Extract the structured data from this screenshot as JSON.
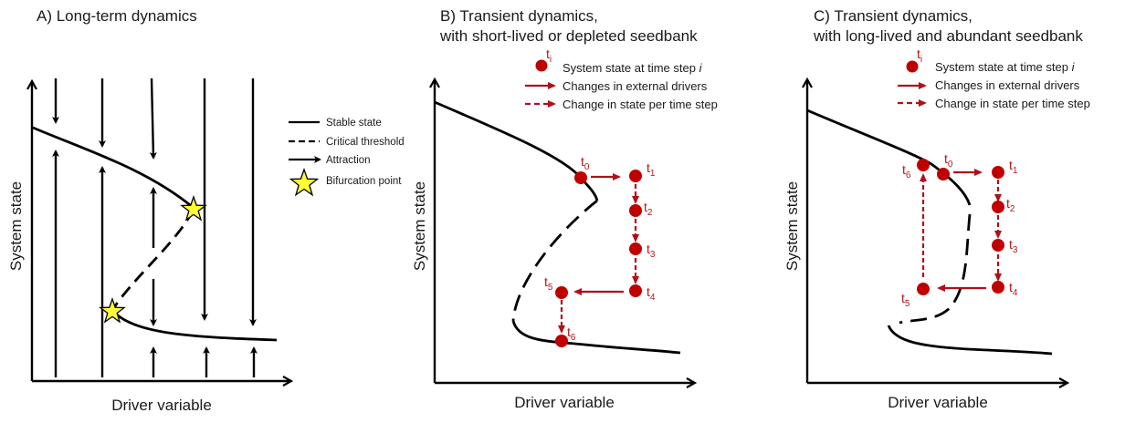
{
  "colors": {
    "ink": "#000000",
    "state_point": "#c00000",
    "driver_arrow": "#b01018",
    "star_fill": "#ffff33"
  },
  "panels": [
    {
      "id": "A",
      "title": "A) Long-term dynamics",
      "xlabel": "Driver variable",
      "ylabel": "System state",
      "legend": [
        {
          "icon": "solid-line-icon",
          "label": "Stable state"
        },
        {
          "icon": "dashed-line-icon",
          "label": "Critical threshold"
        },
        {
          "icon": "arrow-icon",
          "label": "Attraction"
        },
        {
          "icon": "star-icon",
          "label": "Bifurcation point"
        }
      ]
    },
    {
      "id": "B",
      "title_line1": "B) Transient dynamics,",
      "title_line2": "with short-lived or depleted seedbank",
      "xlabel": "Driver variable",
      "ylabel": "System state",
      "legend": [
        {
          "icon": "state-dot-icon",
          "symbol": "t",
          "symbol_sub": "i",
          "label": "System state at time step ",
          "label_italic": "i"
        },
        {
          "icon": "solid-red-arrow-icon",
          "label": "Changes in external drivers"
        },
        {
          "icon": "dashed-red-arrow-icon",
          "label": "Change in state per time step"
        }
      ],
      "time_points": [
        {
          "t": "t",
          "sub": "0"
        },
        {
          "t": "t",
          "sub": "1"
        },
        {
          "t": "t",
          "sub": "2"
        },
        {
          "t": "t",
          "sub": "3"
        },
        {
          "t": "t",
          "sub": "4"
        },
        {
          "t": "t",
          "sub": "5"
        },
        {
          "t": "t",
          "sub": "6"
        }
      ]
    },
    {
      "id": "C",
      "title_line1": "C) Transient dynamics,",
      "title_line2": "with long-lived and abundant seedbank",
      "xlabel": "Driver variable",
      "ylabel": "System state",
      "legend": [
        {
          "icon": "state-dot-icon",
          "symbol": "t",
          "symbol_sub": "i",
          "label": "System state at time step ",
          "label_italic": "i"
        },
        {
          "icon": "solid-red-arrow-icon",
          "label": "Changes in external drivers"
        },
        {
          "icon": "dashed-red-arrow-icon",
          "label": "Change in state per time step"
        }
      ],
      "time_points": [
        {
          "t": "t",
          "sub": "0"
        },
        {
          "t": "t",
          "sub": "1"
        },
        {
          "t": "t",
          "sub": "2"
        },
        {
          "t": "t",
          "sub": "3"
        },
        {
          "t": "t",
          "sub": "4"
        },
        {
          "t": "t",
          "sub": "5"
        },
        {
          "t": "t",
          "sub": "6"
        }
      ]
    }
  ]
}
